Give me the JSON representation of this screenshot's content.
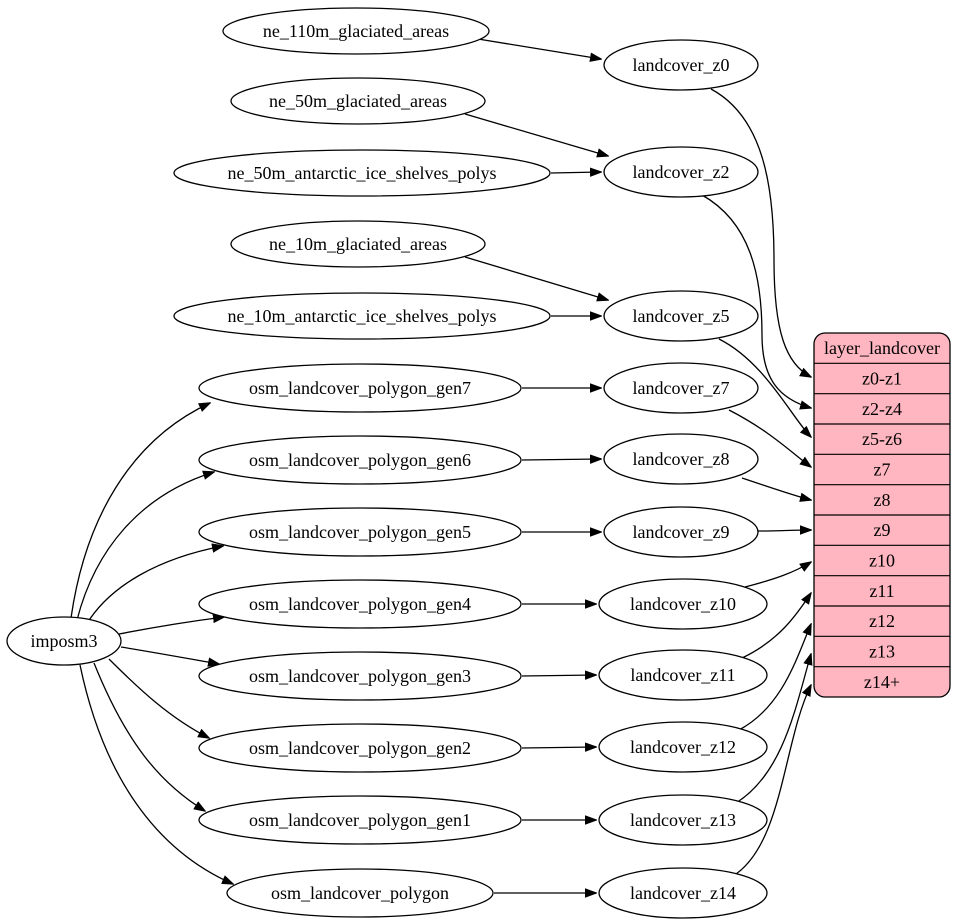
{
  "colors": {
    "background": "#ffffff",
    "node_fill": "#ffffff",
    "node_stroke": "#000000",
    "edge_color": "#000000",
    "table_fill": "#ffb6c1"
  },
  "importer": {
    "label": "imposm3"
  },
  "sources": [
    "ne_110m_glaciated_areas",
    "ne_50m_glaciated_areas",
    "ne_50m_antarctic_ice_shelves_polys",
    "ne_10m_glaciated_areas",
    "ne_10m_antarctic_ice_shelves_polys",
    "osm_landcover_polygon_gen7",
    "osm_landcover_polygon_gen6",
    "osm_landcover_polygon_gen5",
    "osm_landcover_polygon_gen4",
    "osm_landcover_polygon_gen3",
    "osm_landcover_polygon_gen2",
    "osm_landcover_polygon_gen1",
    "osm_landcover_polygon"
  ],
  "intermediates": [
    "landcover_z0",
    "landcover_z2",
    "landcover_z5",
    "landcover_z7",
    "landcover_z8",
    "landcover_z9",
    "landcover_z10",
    "landcover_z11",
    "landcover_z12",
    "landcover_z13",
    "landcover_z14"
  ],
  "table": {
    "title": "layer_landcover",
    "rows": [
      "z0-z1",
      "z2-z4",
      "z5-z6",
      "z7",
      "z8",
      "z9",
      "z10",
      "z11",
      "z12",
      "z13",
      "z14+"
    ]
  },
  "edges": [
    [
      "imposm3",
      "osm_landcover_polygon_gen7"
    ],
    [
      "imposm3",
      "osm_landcover_polygon_gen6"
    ],
    [
      "imposm3",
      "osm_landcover_polygon_gen5"
    ],
    [
      "imposm3",
      "osm_landcover_polygon_gen4"
    ],
    [
      "imposm3",
      "osm_landcover_polygon_gen3"
    ],
    [
      "imposm3",
      "osm_landcover_polygon_gen2"
    ],
    [
      "imposm3",
      "osm_landcover_polygon_gen1"
    ],
    [
      "imposm3",
      "osm_landcover_polygon"
    ],
    [
      "ne_110m_glaciated_areas",
      "landcover_z0"
    ],
    [
      "ne_50m_glaciated_areas",
      "landcover_z2"
    ],
    [
      "ne_50m_antarctic_ice_shelves_polys",
      "landcover_z2"
    ],
    [
      "ne_10m_glaciated_areas",
      "landcover_z5"
    ],
    [
      "ne_10m_antarctic_ice_shelves_polys",
      "landcover_z5"
    ],
    [
      "osm_landcover_polygon_gen7",
      "landcover_z7"
    ],
    [
      "osm_landcover_polygon_gen6",
      "landcover_z8"
    ],
    [
      "osm_landcover_polygon_gen5",
      "landcover_z9"
    ],
    [
      "osm_landcover_polygon_gen4",
      "landcover_z10"
    ],
    [
      "osm_landcover_polygon_gen3",
      "landcover_z11"
    ],
    [
      "osm_landcover_polygon_gen2",
      "landcover_z12"
    ],
    [
      "osm_landcover_polygon_gen1",
      "landcover_z13"
    ],
    [
      "osm_landcover_polygon",
      "landcover_z14"
    ],
    [
      "landcover_z0",
      "z0-z1"
    ],
    [
      "landcover_z2",
      "z2-z4"
    ],
    [
      "landcover_z5",
      "z5-z6"
    ],
    [
      "landcover_z7",
      "z7"
    ],
    [
      "landcover_z8",
      "z8"
    ],
    [
      "landcover_z9",
      "z9"
    ],
    [
      "landcover_z10",
      "z10"
    ],
    [
      "landcover_z11",
      "z11"
    ],
    [
      "landcover_z12",
      "z12"
    ],
    [
      "landcover_z13",
      "z13"
    ],
    [
      "landcover_z14",
      "z14+"
    ]
  ]
}
